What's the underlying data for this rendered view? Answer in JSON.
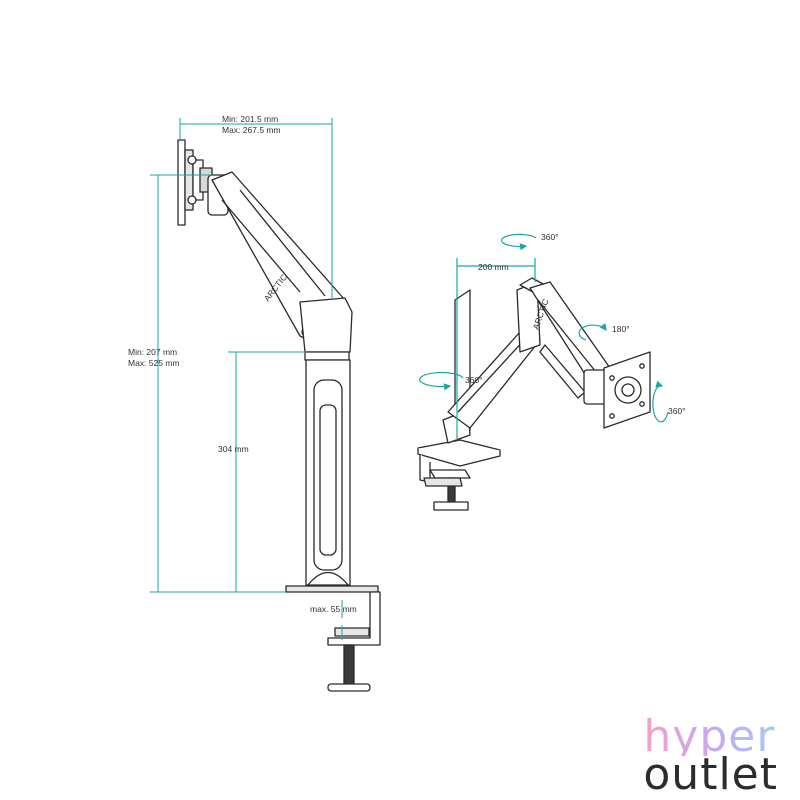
{
  "colors": {
    "dimension": "#1aa6a6",
    "outline": "#2a2a2a",
    "text": "#333333"
  },
  "side_view": {
    "width_dim": {
      "min": "Min: 201.5 mm",
      "max": "Max: 267.5 mm"
    },
    "height_dim": {
      "min": "Min: 207 mm",
      "max": "Max: 525 mm"
    },
    "pole_dim": "304 mm",
    "clamp_dim": "max. 55 mm",
    "brand": "ARCTIC"
  },
  "perspective_view": {
    "top_rotation": "360°",
    "reach_dim": "200 mm",
    "base_rotation": "360°",
    "tilt_rotation": "180°",
    "mount_rotation": "360°",
    "brand": "ARCTIC"
  },
  "logo": {
    "line1": "hyper",
    "line2": "outlet"
  }
}
